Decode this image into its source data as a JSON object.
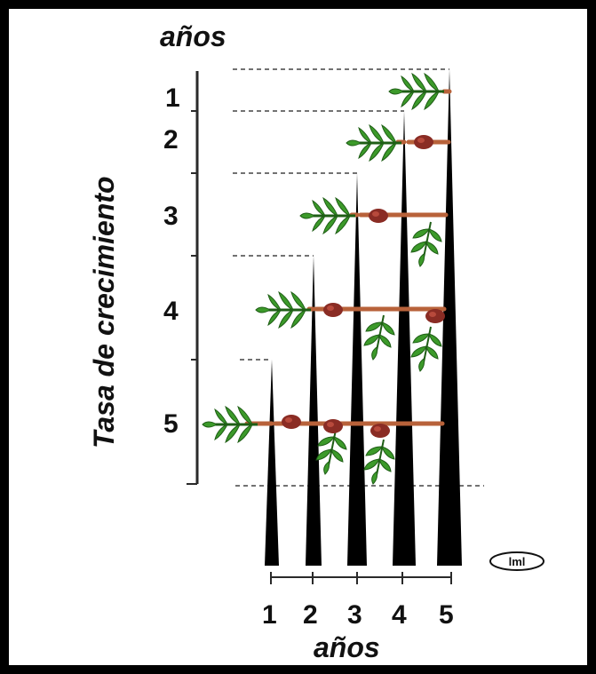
{
  "top_axis_label": "años",
  "bottom_axis_label": "años",
  "vertical_title": "Tasa de crecimiento",
  "left_ticks": [
    "1",
    "2",
    "3",
    "4",
    "5"
  ],
  "bottom_ticks": [
    "1",
    "2",
    "3",
    "4",
    "5"
  ],
  "logo_text": "lml",
  "colors": {
    "trunk": "#000000",
    "leaf": "#3c9a2a",
    "leaf_dark": "#1f5e16",
    "branch": "#b8623a",
    "cut": "#7a2a22"
  }
}
